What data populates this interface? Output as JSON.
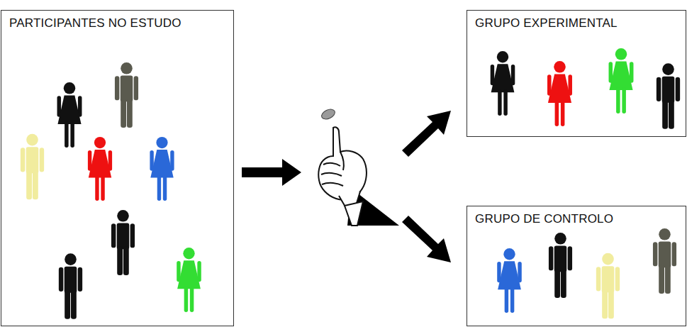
{
  "diagram": {
    "nodes": [
      {
        "text": [
          "PARTICIPANTES NO ESTUDO"
        ]
      },
      {
        "text": [
          "GRUPO EXPERIMENTAL"
        ]
      },
      {
        "text": [
          "GRUPO DE CONTROLO"
        ]
      }
    ]
  }
}
